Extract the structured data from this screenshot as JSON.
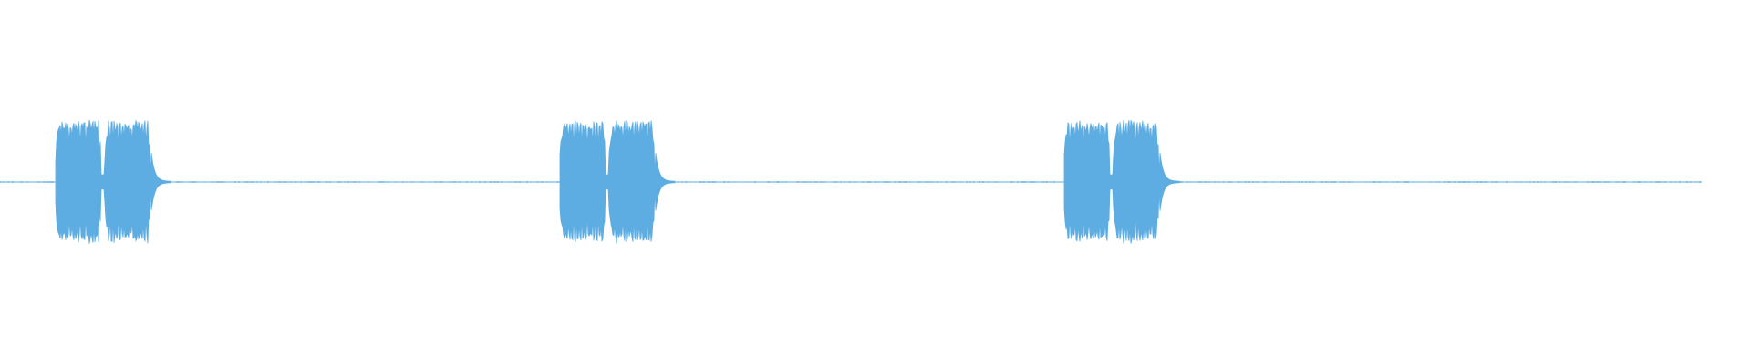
{
  "waveform": {
    "color": "#5dade2",
    "background": "#ffffff",
    "bursts": 3,
    "segments_per_burst": 2,
    "peak_amplitude": 0.85,
    "notch_amplitude": 0.1,
    "noise_amplitude": 0.01
  }
}
